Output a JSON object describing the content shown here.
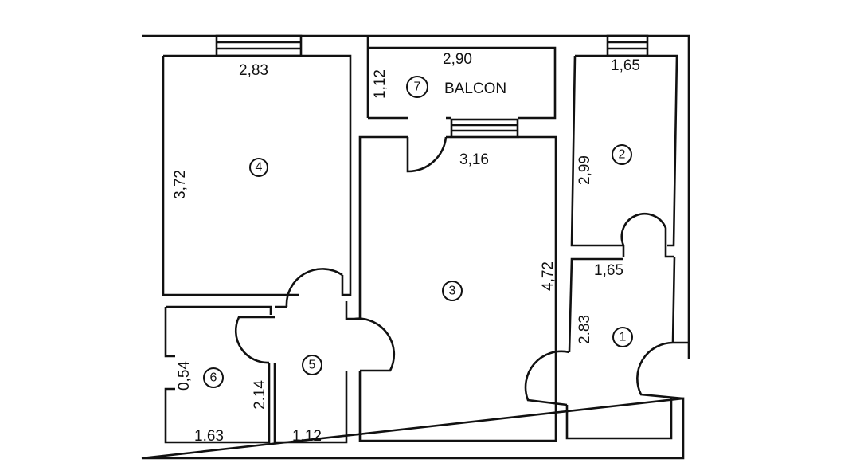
{
  "plan": {
    "balcony": {
      "number": "7",
      "label": "BALCON",
      "width": "2,90",
      "depth": "1,12"
    },
    "rooms": [
      {
        "number": "1",
        "width": "1,65",
        "length": "2.83"
      },
      {
        "number": "2",
        "width": "1,65",
        "length": "2,99"
      },
      {
        "number": "3",
        "width": "3,16",
        "length": "4,72"
      },
      {
        "number": "4",
        "width": "2,83",
        "length": "3,72"
      },
      {
        "number": "5",
        "width": "1.12",
        "length": "2.14"
      },
      {
        "number": "6",
        "width": "1.63",
        "length": "0,54"
      }
    ]
  }
}
